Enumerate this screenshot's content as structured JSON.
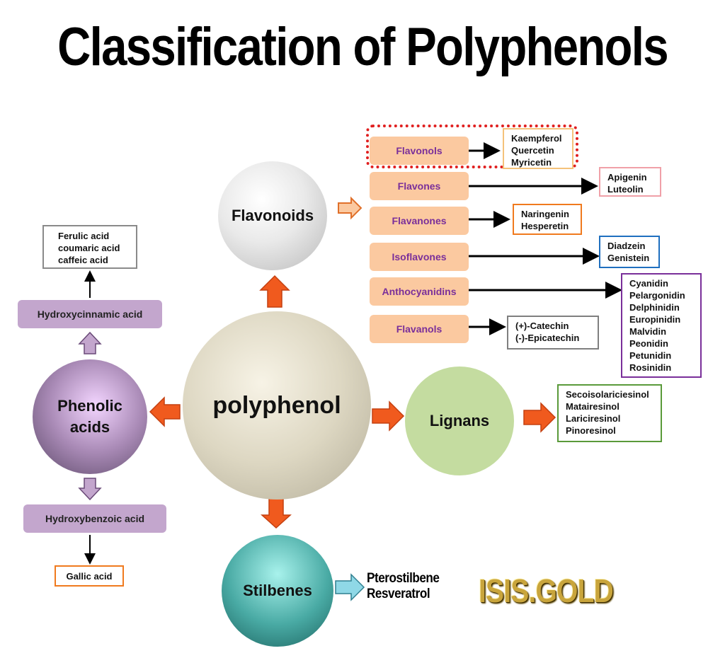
{
  "title": "Classification of Polyphenols",
  "colors": {
    "flavonoid_box": "#fbc9a0",
    "flavonoid_text": "#7a2f9a",
    "arrow_orange": "#f05a1e",
    "arrow_purple": "#c3a6cd",
    "arrow_teal": "#8fd8e6",
    "highlight_dotted": "#e01f1f"
  },
  "nodes": {
    "center": "polyphenol",
    "flavonoids": "Flavonoids",
    "phenolic_acids_line1": "Phenolic",
    "phenolic_acids_line2": "acids",
    "lignans": "Lignans",
    "stilbenes": "Stilbenes"
  },
  "flavonoid_subclasses": [
    {
      "label": "Flavonols",
      "members": [
        "Kaempferol",
        "Quercetin",
        "Myricetin"
      ],
      "border": "#f5c27a"
    },
    {
      "label": "Flavones",
      "members": [
        "Apigenin",
        "Luteolin"
      ],
      "border": "#f0a0a8"
    },
    {
      "label": "Flavanones",
      "members": [
        "Naringenin",
        "Hesperetin"
      ],
      "border": "#f07a1e"
    },
    {
      "label": "Isoflavones",
      "members": [
        "Diadzein",
        "Genistein"
      ],
      "border": "#1f6fbf"
    },
    {
      "label": "Anthocyanidins",
      "members": [
        "Cyanidin",
        "Pelargonidin",
        "Delphinidin",
        "Europinidin",
        "Malvidin",
        "Peonidin",
        "Petunidin",
        "Rosinidin"
      ],
      "border": "#7a2f9a"
    },
    {
      "label": "Flavanols",
      "members": [
        "(+)-Catechin",
        "(-)-Epicatechin"
      ],
      "border": "#7f7f7f"
    }
  ],
  "phenolic": {
    "hydroxycinnamic": "Hydroxycinnamic acid",
    "hydroxycinnamic_members": [
      "Ferulic acid",
      "coumaric acid",
      "caffeic acid"
    ],
    "hydroxybenzoic": "Hydroxybenzoic acid",
    "hydroxybenzoic_members": [
      "Gallic acid"
    ]
  },
  "lignan_members": [
    "Secoisolariciesinol",
    "Matairesinol",
    "Lariciresinol",
    "Pinoresinol"
  ],
  "stilbene_members": [
    "Pterostilbene",
    "Resveratrol"
  ],
  "watermark": "ISIS.GOLD"
}
